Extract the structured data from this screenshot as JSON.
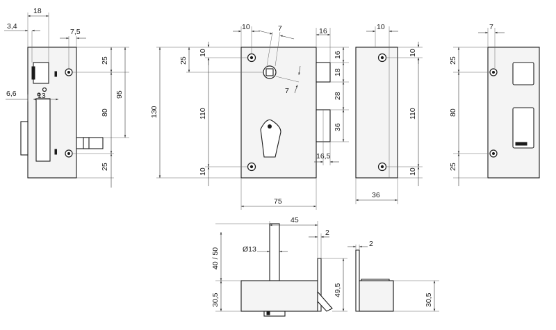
{
  "views": {
    "side_left": {
      "top_width_a": "18",
      "offset_b": "3,4",
      "offset_c": "7,5",
      "top_offset": "25",
      "hole_spacing": "80",
      "overall_span": "95",
      "bottom_offset": "25",
      "bolt_offset": "6,6",
      "bolt_width": "13"
    },
    "front": {
      "top_hole_h": "10",
      "spindle_dia": "7",
      "top_hole_v": "10",
      "spindle_v": "25",
      "hole_spacing": "110",
      "height": "130",
      "bottom_hole_v": "10",
      "width": "75",
      "cam_angle": "7",
      "bolt_width": "16",
      "bolt_top": "16",
      "bolt_height": "18",
      "bolt_gap": "28",
      "latch_height": "36",
      "latch_projection": "16,5"
    },
    "side_right": {
      "top_width": "10",
      "top_hole": "10",
      "hole_spacing": "110",
      "bottom_hole": "10",
      "depth": "36"
    },
    "keeper": {
      "hole_offset": "7",
      "top_offset": "25",
      "hole_spacing": "80",
      "bottom_offset": "25"
    },
    "bottom": {
      "spindle_pos": "45",
      "plate_thk": "2",
      "spindle_dia": "Ø13",
      "spindle_len": "40 / 50",
      "body_height": "30,5",
      "overall_height": "49,5"
    },
    "keeper_side": {
      "thk": "2",
      "height": "30,5"
    }
  }
}
